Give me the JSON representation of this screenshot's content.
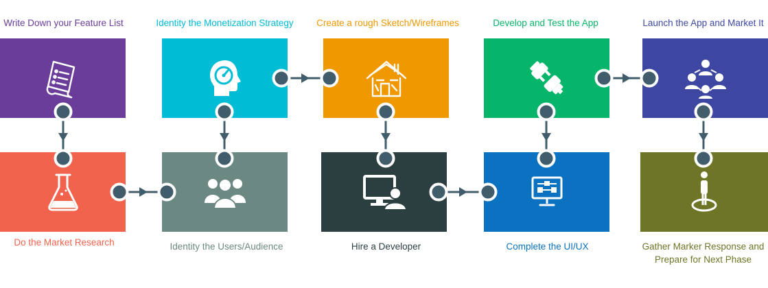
{
  "steps": [
    {
      "id": "feature-list",
      "label": "Write Down your Feature List",
      "color": "#6a3d9a",
      "icon": "document-list-icon"
    },
    {
      "id": "market-research",
      "label": "Do the Market Research",
      "color": "#f2634d",
      "icon": "flask-icon"
    },
    {
      "id": "monetization",
      "label": "Identity the Monetization Strategy",
      "color": "#00bcd4",
      "icon": "head-gauge-icon"
    },
    {
      "id": "users-audience",
      "label": "Identity the Users/Audience",
      "color": "#6c8882",
      "icon": "users-group-icon"
    },
    {
      "id": "sketch",
      "label": "Create a rough Sketch/Wireframes",
      "color": "#ef9800",
      "icon": "house-sketch-icon"
    },
    {
      "id": "developer",
      "label": "Hire a Developer",
      "color": "#2b3e40",
      "icon": "developer-computer-icon"
    },
    {
      "id": "develop-test",
      "label": "Develop and Test the App",
      "color": "#06b56a",
      "icon": "plug-icon"
    },
    {
      "id": "ui-ux",
      "label": "Complete the UI/UX",
      "color": "#0a72c0",
      "icon": "monitor-ui-icon"
    },
    {
      "id": "launch",
      "label": "Launch the App and Market It",
      "color": "#3d47a2",
      "icon": "network-people-icon"
    },
    {
      "id": "gather",
      "label_line1": "Gather Marker Response and",
      "label_line2": "Prepare for Next Phase",
      "color": "#6f7526",
      "icon": "person-target-icon"
    }
  ],
  "connector_color": "#415d6b"
}
